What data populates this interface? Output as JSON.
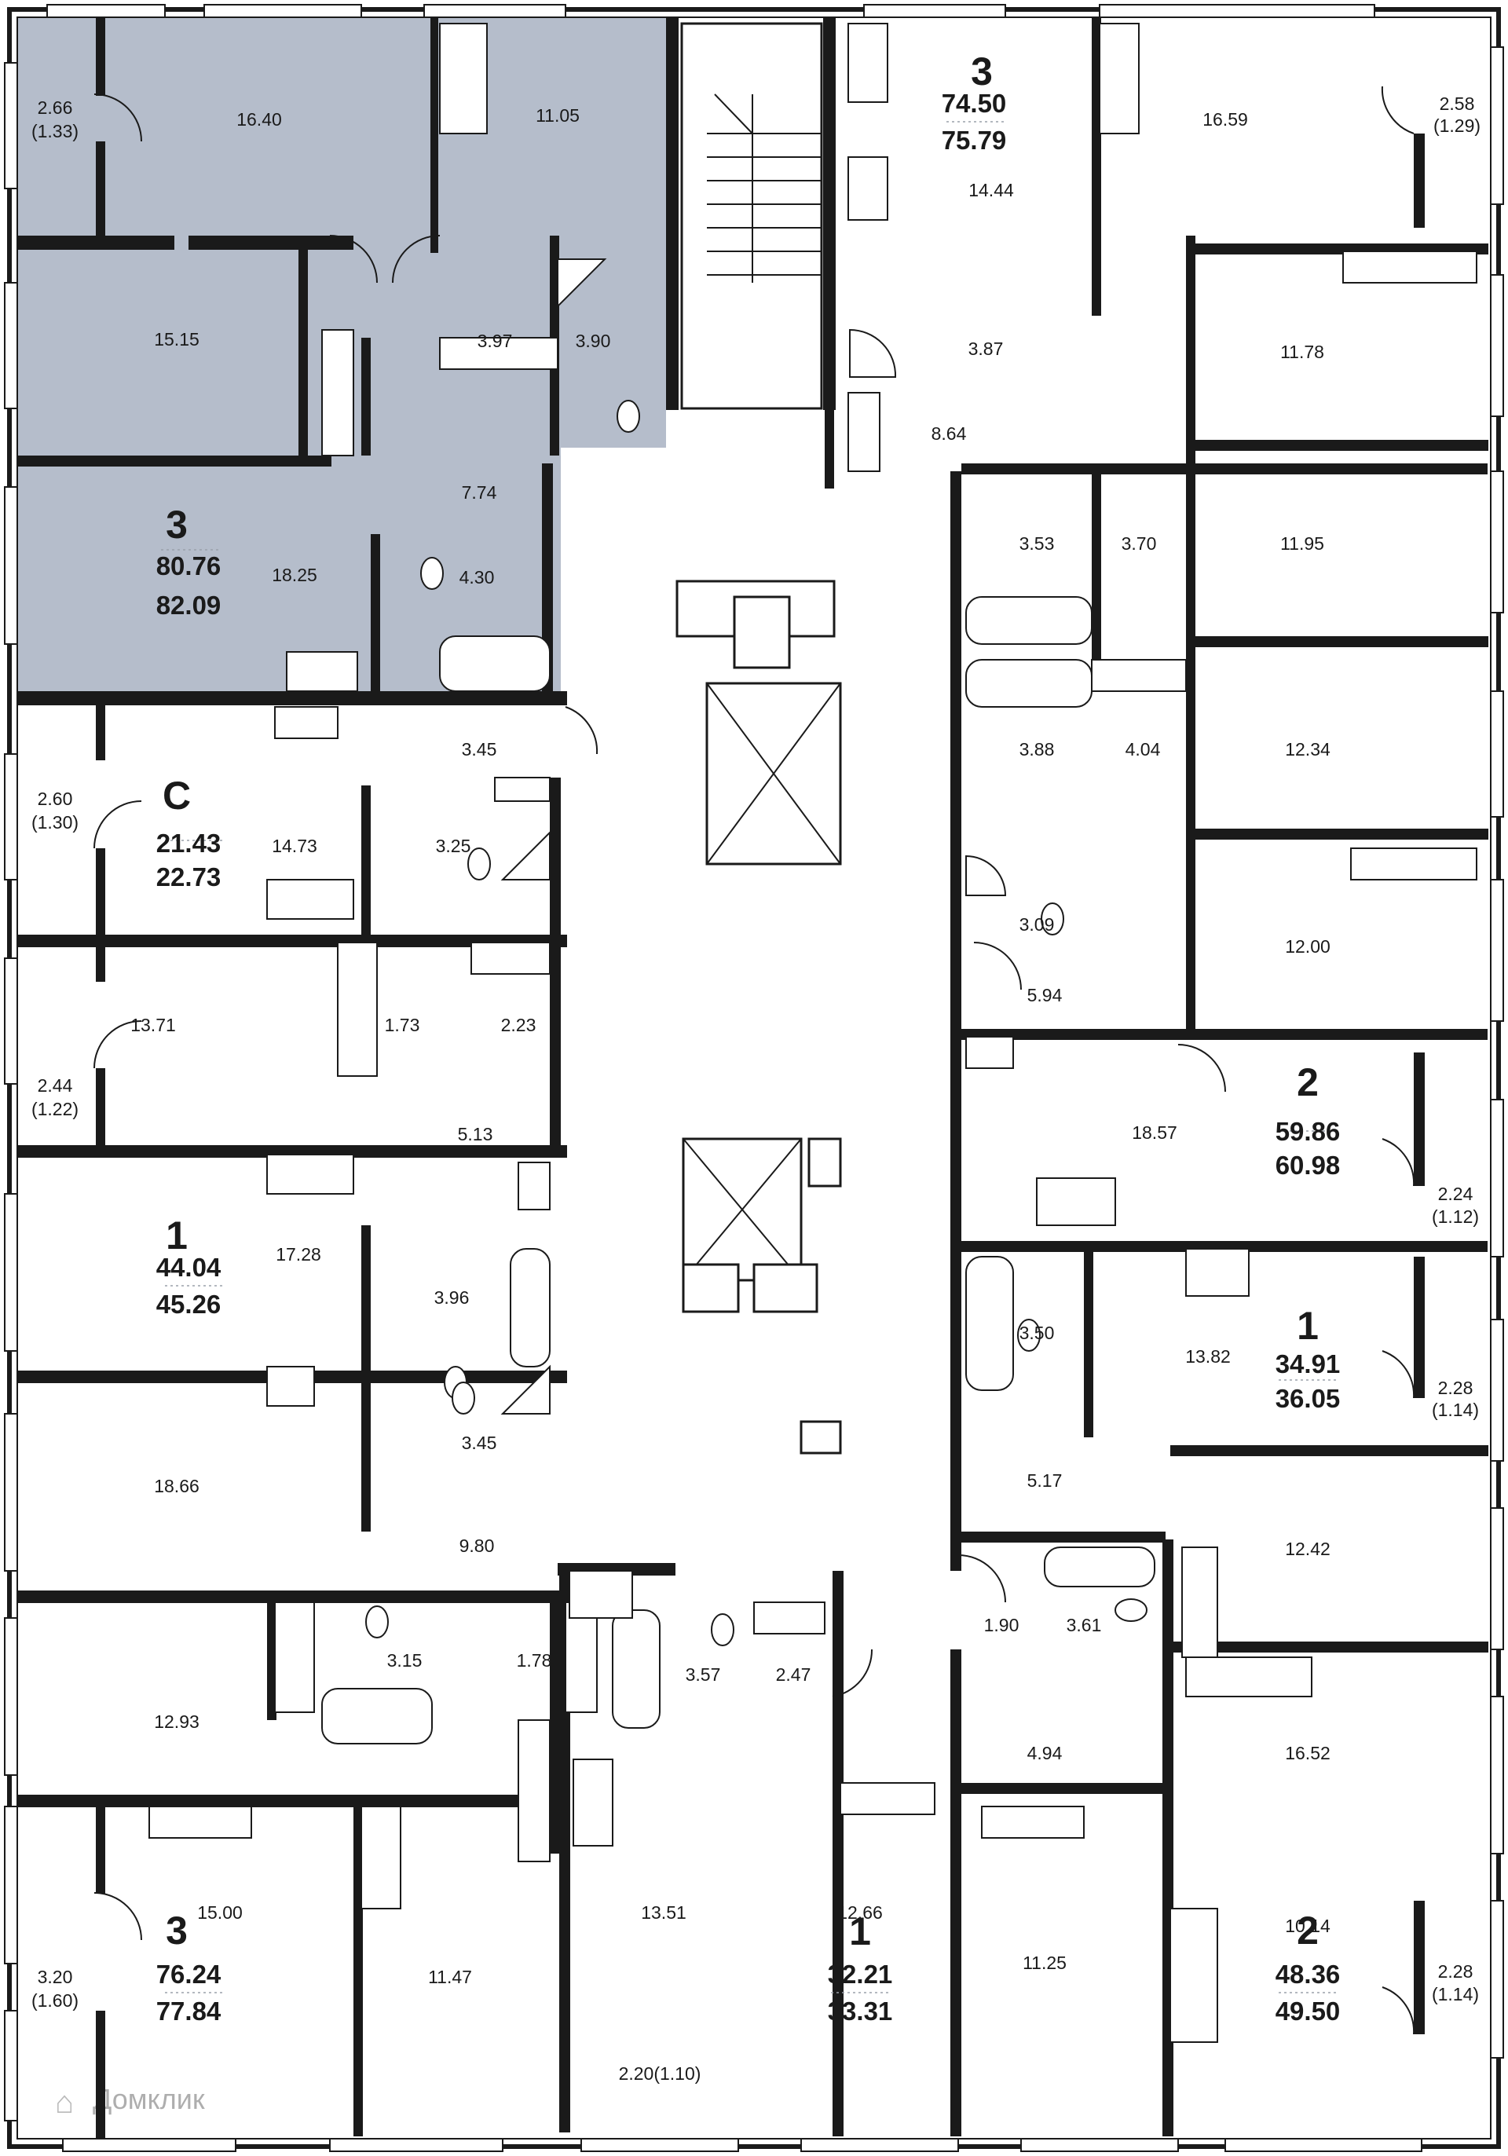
{
  "watermark": "Домклик",
  "units": [
    {
      "id": "top-left",
      "rooms": "3",
      "living": "80.76",
      "total": "82.09",
      "highlighted": true,
      "room_areas": [
        "16.40",
        "11.05",
        "2.66",
        "(1.33)",
        "15.15",
        "3.97",
        "3.90",
        "7.74",
        "18.25",
        "4.30"
      ]
    },
    {
      "id": "top-center",
      "rooms": "3",
      "living": "74.50",
      "total": "75.79",
      "highlighted": false,
      "room_areas": [
        "14.44",
        "16.59",
        "2.58",
        "(1.29)",
        "11.78",
        "3.87",
        "8.64",
        "3.53",
        "3.70",
        "11.95"
      ]
    },
    {
      "id": "studio",
      "rooms": "С",
      "living": "21.43",
      "total": "22.73",
      "highlighted": false,
      "room_areas": [
        "2.60",
        "(1.30)",
        "3.45",
        "14.73",
        "3.25"
      ]
    },
    {
      "id": "left-1",
      "rooms": "1",
      "living": "44.04",
      "total": "45.26",
      "highlighted": false,
      "room_areas": [
        "13.71",
        "1.73",
        "2.23",
        "2.44",
        "(1.22)",
        "5.13",
        "17.28",
        "3.96"
      ]
    },
    {
      "id": "right-2-top",
      "rooms": "2",
      "living": "59.86",
      "total": "60.98",
      "highlighted": false,
      "room_areas": [
        "3.88",
        "4.04",
        "12.34",
        "3.09",
        "12.00",
        "5.94",
        "18.57",
        "2.24",
        "(1.12)"
      ]
    },
    {
      "id": "right-1",
      "rooms": "1",
      "living": "34.91",
      "total": "36.05",
      "highlighted": false,
      "room_areas": [
        "3.50",
        "13.82",
        "2.28",
        "(1.14)",
        "5.17"
      ]
    },
    {
      "id": "bottom-left",
      "rooms": "3",
      "living": "76.24",
      "total": "77.84",
      "highlighted": false,
      "room_areas": [
        "18.66",
        "3.45",
        "9.80",
        "12.93",
        "3.15",
        "1.78",
        "15.00",
        "3.20",
        "(1.60)",
        "11.47"
      ]
    },
    {
      "id": "bottom-center",
      "rooms": "1",
      "living": "32.21",
      "total": "33.31",
      "highlighted": false,
      "room_areas": [
        "3.57",
        "2.47",
        "13.51",
        "12.66",
        "2.20(1.10)"
      ]
    },
    {
      "id": "bottom-right",
      "rooms": "2",
      "living": "48.36",
      "total": "49.50",
      "highlighted": false,
      "room_areas": [
        "12.42",
        "1.90",
        "3.61",
        "4.94",
        "16.52",
        "11.25",
        "10.14",
        "2.28",
        "(1.14)"
      ]
    }
  ]
}
